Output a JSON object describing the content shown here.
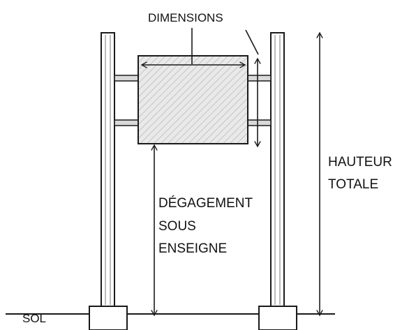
{
  "labels": {
    "dimensions": "DIMENSIONS",
    "total_height": [
      "HAUTEUR",
      "TOTALE"
    ],
    "clearance": [
      "DÉGAGEMENT",
      "SOUS",
      "ENSEIGNE"
    ],
    "ground": "SOL"
  },
  "colors": {
    "line": "#1a1a1a",
    "post_fill": "#ffffff",
    "panel_fill": "#e9e9e9",
    "hatch": "#c4c4c4",
    "bracket_fill": "#d9d9d9"
  }
}
